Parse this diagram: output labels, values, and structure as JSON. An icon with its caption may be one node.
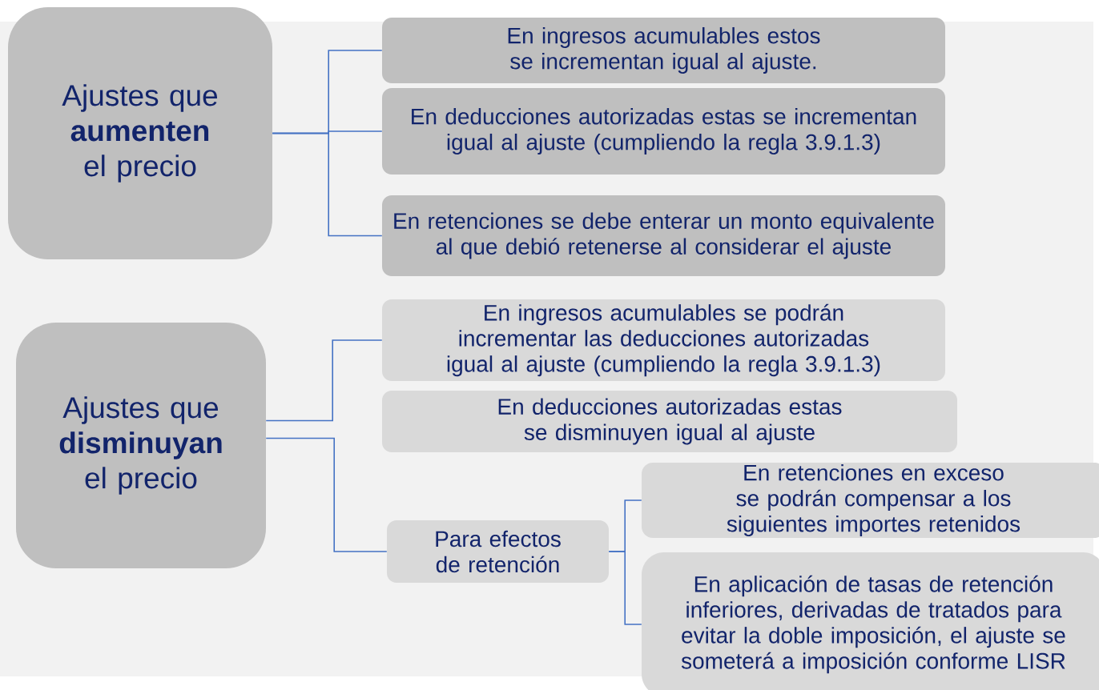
{
  "diagram": {
    "nodes": [
      {
        "text": [
          "Ajustes que **aumenten** el precio"
        ]
      },
      {
        "text": [
          "En ingresos acumulables estos se incrementan igual al ajuste."
        ]
      },
      {
        "text": [
          "En deducciones autorizadas estas se incrementan igual al ajuste (cumpliendo la regla 3.9.1.3)"
        ]
      },
      {
        "text": [
          "En retenciones se debe enterar un monto equivalente al que debió retenerse al considerar el ajuste"
        ]
      },
      {
        "text": [
          "Ajustes que **disminuyan** el precio"
        ]
      },
      {
        "text": [
          "En ingresos acumulables se podrán incrementar las deducciones autorizadas igual al ajuste (cumpliendo la regla 3.9.1.3)"
        ]
      },
      {
        "text": [
          "En deducciones autorizadas estas se disminuyen igual al ajuste"
        ]
      },
      {
        "text": [
          "Para efectos de retención"
        ]
      },
      {
        "text": [
          "En retenciones en exceso se podrán compensar a los siguientes importes retenidos"
        ]
      },
      {
        "text": [
          "En aplicación de tasas de retención inferiores, derivadas de tratados para evitar la doble imposición, el ajuste se someterá a imposición conforme LISR"
        ]
      }
    ],
    "edges": [
      {
        "from": 0,
        "to": 1,
        "arrow": "none"
      },
      {
        "from": 0,
        "to": 2,
        "arrow": "none"
      },
      {
        "from": 0,
        "to": 3,
        "arrow": "none"
      },
      {
        "from": 4,
        "to": 5,
        "arrow": "none"
      },
      {
        "from": 4,
        "to": 7,
        "arrow": "none"
      },
      {
        "from": 7,
        "to": 8,
        "arrow": "none"
      },
      {
        "from": 7,
        "to": 9,
        "arrow": "none"
      }
    ]
  }
}
